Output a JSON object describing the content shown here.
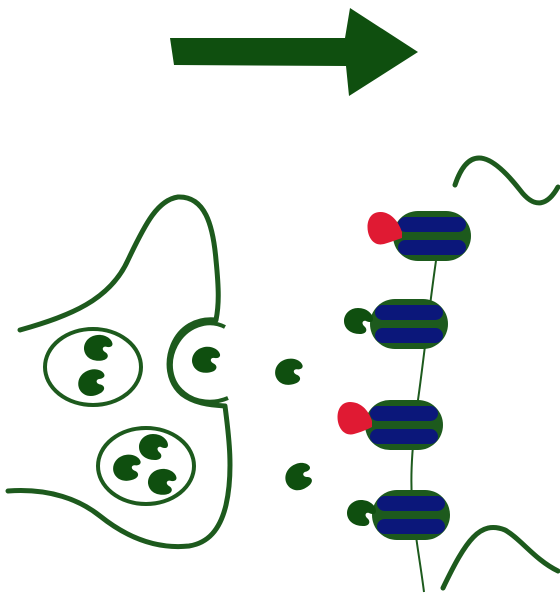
{
  "diagram": {
    "labels": [],
    "colors": {
      "membrane": "#1d5a1d",
      "arrow": "#0f4f0f",
      "molecule": "#0f4f0f",
      "receptor_outline": "#1d5a1d",
      "receptor_fill": "#0b177a",
      "bound_ligand": "#e01a33",
      "background": "#ffffff"
    },
    "elements": {
      "arrow": "flow-direction-arrow",
      "presynaptic": "presynaptic-terminal",
      "vesicles": 3,
      "released_molecules": 2,
      "receptors": 4,
      "bound_receptors": 2,
      "postsynaptic": "postsynaptic-membrane"
    }
  }
}
